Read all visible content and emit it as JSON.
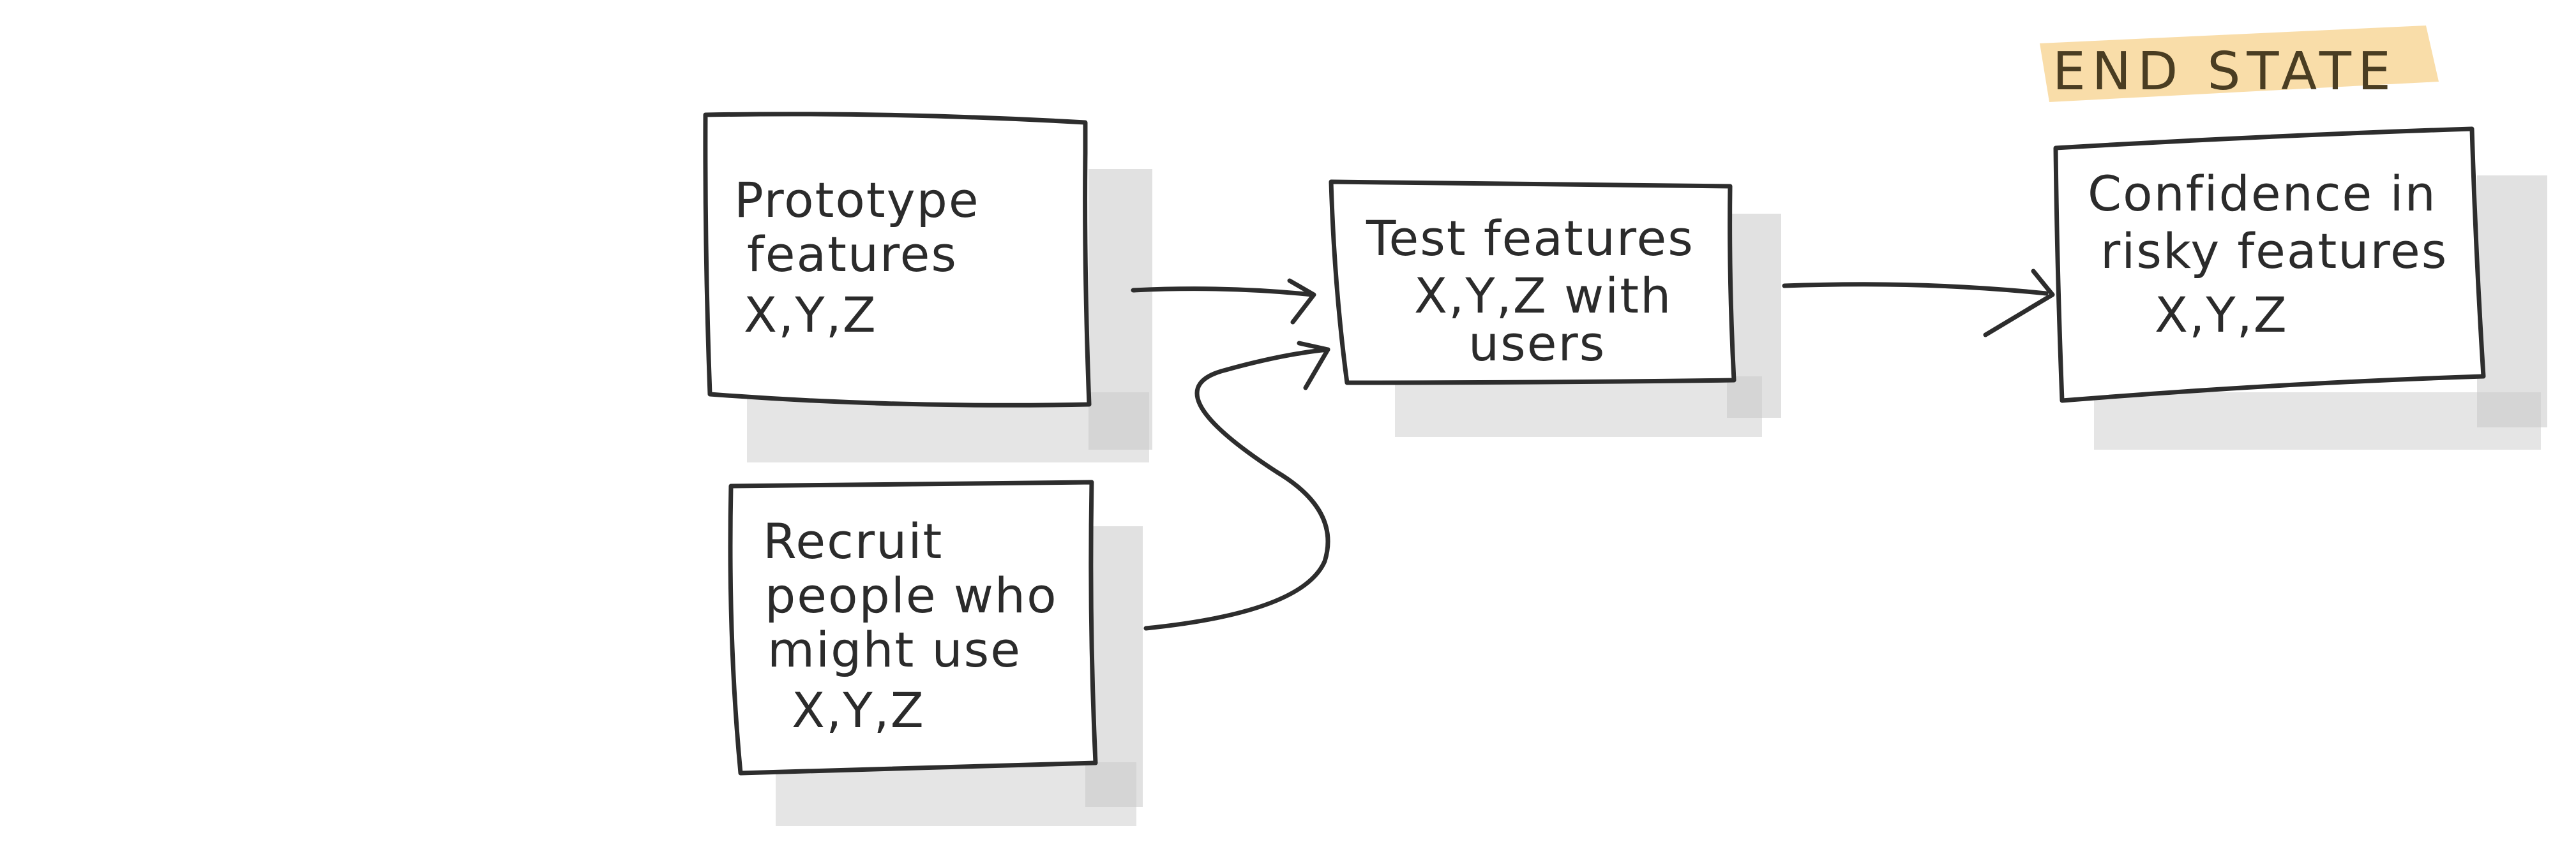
{
  "nodes": {
    "prototype": {
      "lines": [
        "Prototype",
        "features",
        "X,Y,Z"
      ]
    },
    "recruit": {
      "lines": [
        "Recruit",
        "people who",
        "might use",
        "X,Y,Z"
      ]
    },
    "test": {
      "lines": [
        "Test features",
        "X,Y,Z with",
        "users"
      ]
    },
    "confidence": {
      "lines": [
        "Confidence in",
        "risky features",
        "X,Y,Z"
      ]
    }
  },
  "end_state_label": "END STATE",
  "colors": {
    "ink": "#2d2d2d",
    "tag": "#f8d9a0",
    "shadow": "#cfcfcf"
  }
}
